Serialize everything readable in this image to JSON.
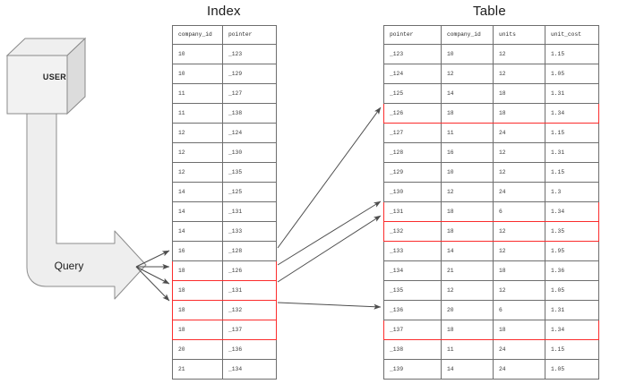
{
  "titles": {
    "index": "Index",
    "table": "Table"
  },
  "actors": {
    "user_label": "USER",
    "query_label": "Query"
  },
  "colors": {
    "highlight": "#fb2c2c",
    "grid_line": "#6e6e6e",
    "shape_fill": "#eeeeee",
    "shape_stroke": "#888888",
    "arrow": "#4d4d4d"
  },
  "index": {
    "headers": [
      "company_id",
      "pointer"
    ],
    "rows": [
      {
        "company_id": "10",
        "pointer": "_123",
        "highlight": false
      },
      {
        "company_id": "10",
        "pointer": "_129",
        "highlight": false
      },
      {
        "company_id": "11",
        "pointer": "_127",
        "highlight": false
      },
      {
        "company_id": "11",
        "pointer": "_138",
        "highlight": false
      },
      {
        "company_id": "12",
        "pointer": "_124",
        "highlight": false
      },
      {
        "company_id": "12",
        "pointer": "_130",
        "highlight": false
      },
      {
        "company_id": "12",
        "pointer": "_135",
        "highlight": false
      },
      {
        "company_id": "14",
        "pointer": "_125",
        "highlight": false
      },
      {
        "company_id": "14",
        "pointer": "_131",
        "highlight": false
      },
      {
        "company_id": "14",
        "pointer": "_133",
        "highlight": false
      },
      {
        "company_id": "16",
        "pointer": "_128",
        "highlight": false
      },
      {
        "company_id": "18",
        "pointer": "_126",
        "highlight": true
      },
      {
        "company_id": "18",
        "pointer": "_131",
        "highlight": true
      },
      {
        "company_id": "18",
        "pointer": "_132",
        "highlight": true
      },
      {
        "company_id": "18",
        "pointer": "_137",
        "highlight": true
      },
      {
        "company_id": "20",
        "pointer": "_136",
        "highlight": false
      },
      {
        "company_id": "21",
        "pointer": "_134",
        "highlight": false
      }
    ]
  },
  "fact": {
    "headers": [
      "pointer",
      "company_id",
      "units",
      "unit_cost"
    ],
    "rows": [
      {
        "pointer": "_123",
        "company_id": "10",
        "units": "12",
        "unit_cost": "1.15",
        "highlight": false
      },
      {
        "pointer": "_124",
        "company_id": "12",
        "units": "12",
        "unit_cost": "1.05",
        "highlight": false
      },
      {
        "pointer": "_125",
        "company_id": "14",
        "units": "18",
        "unit_cost": "1.31",
        "highlight": false
      },
      {
        "pointer": "_126",
        "company_id": "18",
        "units": "18",
        "unit_cost": "1.34",
        "highlight": true
      },
      {
        "pointer": "_127",
        "company_id": "11",
        "units": "24",
        "unit_cost": "1.15",
        "highlight": false
      },
      {
        "pointer": "_128",
        "company_id": "16",
        "units": "12",
        "unit_cost": "1.31",
        "highlight": false
      },
      {
        "pointer": "_129",
        "company_id": "10",
        "units": "12",
        "unit_cost": "1.15",
        "highlight": false
      },
      {
        "pointer": "_130",
        "company_id": "12",
        "units": "24",
        "unit_cost": "1.3",
        "highlight": false
      },
      {
        "pointer": "_131",
        "company_id": "18",
        "units": "6",
        "unit_cost": "1.34",
        "highlight": true
      },
      {
        "pointer": "_132",
        "company_id": "18",
        "units": "12",
        "unit_cost": "1.35",
        "highlight": true
      },
      {
        "pointer": "_133",
        "company_id": "14",
        "units": "12",
        "unit_cost": "1.95",
        "highlight": false
      },
      {
        "pointer": "_134",
        "company_id": "21",
        "units": "18",
        "unit_cost": "1.36",
        "highlight": false
      },
      {
        "pointer": "_135",
        "company_id": "12",
        "units": "12",
        "unit_cost": "1.05",
        "highlight": false
      },
      {
        "pointer": "_136",
        "company_id": "20",
        "units": "6",
        "unit_cost": "1.31",
        "highlight": false
      },
      {
        "pointer": "_137",
        "company_id": "18",
        "units": "18",
        "unit_cost": "1.34",
        "highlight": true
      },
      {
        "pointer": "_138",
        "company_id": "11",
        "units": "24",
        "unit_cost": "1.15",
        "highlight": false
      },
      {
        "pointer": "_139",
        "company_id": "14",
        "units": "24",
        "unit_cost": "1.05",
        "highlight": false
      }
    ]
  }
}
